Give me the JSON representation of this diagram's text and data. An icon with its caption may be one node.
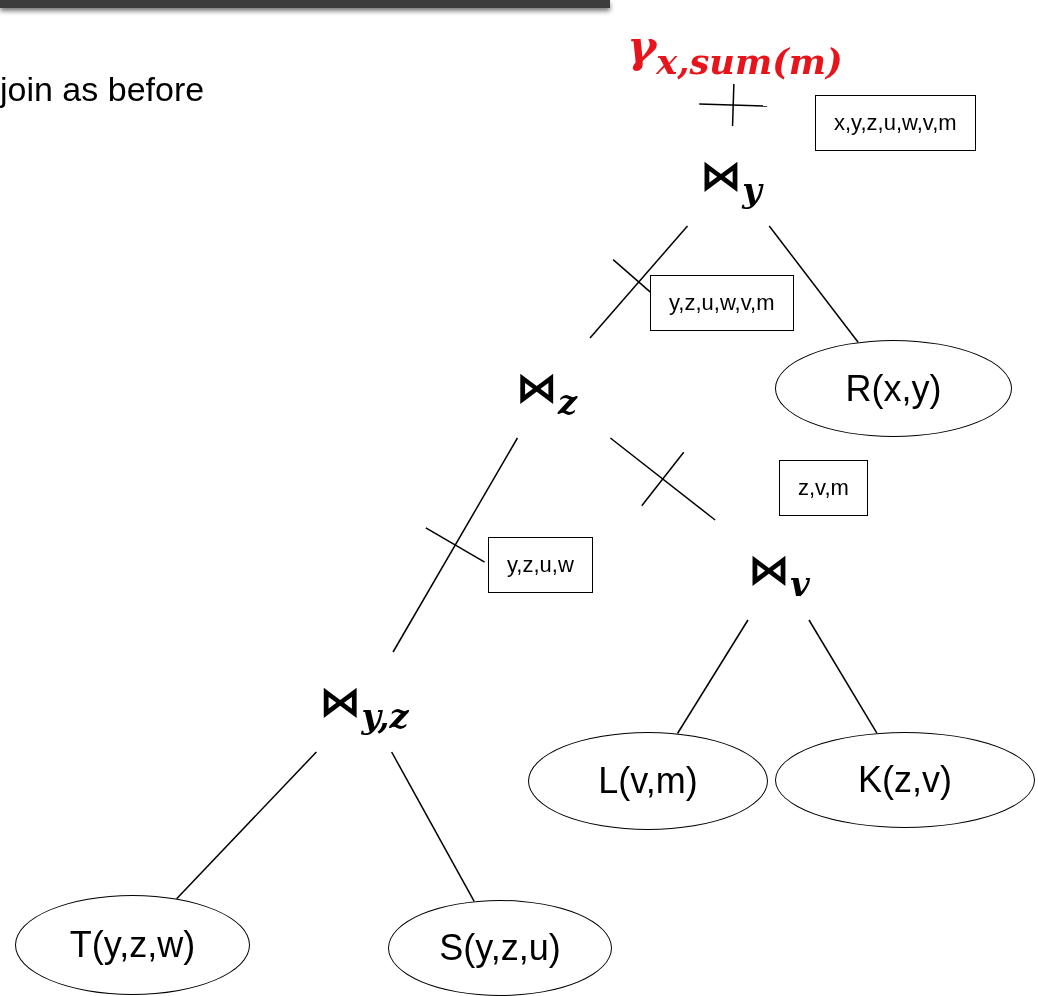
{
  "diagram": {
    "nodes": [
      {
        "text": [
          "γ$_{x,sum(m)}$"
        ]
      },
      {
        "text": [
          "⋈$_{y}$"
        ]
      },
      {
        "text": [
          "R(x,y)"
        ]
      },
      {
        "text": [
          "⋈$_{z}$"
        ]
      },
      {
        "text": [
          "⋈$_{v}$"
        ]
      },
      {
        "text": [
          "L(v,m)"
        ]
      },
      {
        "text": [
          "K(z,v)"
        ]
      },
      {
        "text": [
          "⋈$_{y,z}$"
        ]
      },
      {
        "text": [
          "T(y,z,w)"
        ]
      },
      {
        "text": [
          "S(y,z,u)"
        ]
      }
    ],
    "edges": [
      {
        "from": 1,
        "to": 0,
        "arrow": "none",
        "label": "x,y,z,u,w,v,m"
      },
      {
        "from": 1,
        "to": 3,
        "arrow": "none",
        "label": "y,z,u,w,v,m"
      },
      {
        "from": 1,
        "to": 2,
        "arrow": "none"
      },
      {
        "from": 3,
        "to": 7,
        "arrow": "none",
        "label": "y,z,u,w"
      },
      {
        "from": 3,
        "to": 4,
        "arrow": "none",
        "label": "z,v,m"
      },
      {
        "from": 4,
        "to": 5,
        "arrow": "none"
      },
      {
        "from": 4,
        "to": 6,
        "arrow": "none"
      },
      {
        "from": 7,
        "to": 8,
        "arrow": "none"
      },
      {
        "from": 7,
        "to": 9,
        "arrow": "none"
      }
    ],
    "labels": [
      "join as before"
    ]
  }
}
